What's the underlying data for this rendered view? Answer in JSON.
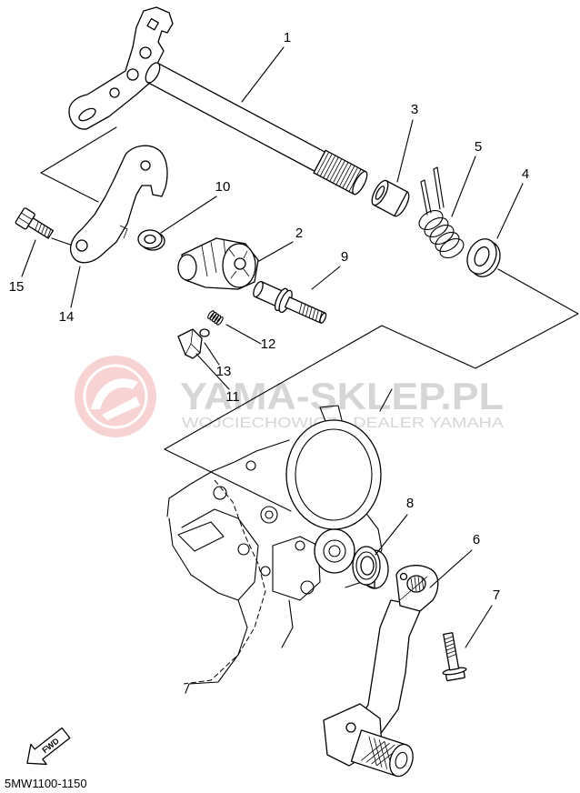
{
  "diagram": {
    "callouts": [
      "1",
      "3",
      "5",
      "4",
      "10",
      "2",
      "9",
      "15",
      "14",
      "12",
      "13",
      "11",
      "8",
      "6",
      "7"
    ],
    "part_code": "5MW1100-1150",
    "direction_label": "FWD"
  },
  "watermark": {
    "site": "YAMA-SKLEP.PL",
    "dealer": "WOJCIECHOWICZ - DEALER YAMAHA"
  },
  "colors": {
    "line": "#000000",
    "watermark_text": "#d6d6d6",
    "watermark_logo": "#f4c4c4",
    "background": "#ffffff"
  },
  "icons": {
    "watermark_logo": "yamaha-logo-icon",
    "direction": "fwd-arrow-icon"
  }
}
